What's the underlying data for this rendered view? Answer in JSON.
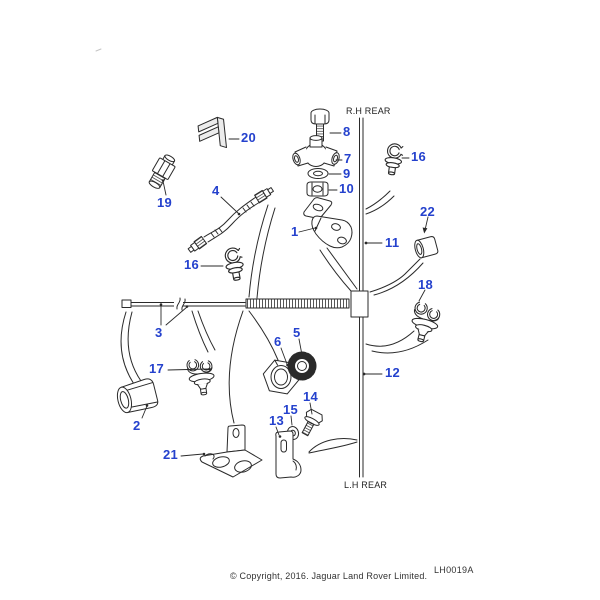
{
  "diagram": {
    "code": "LH0019A",
    "copyright": "© Copyright, 2016. Jaguar Land Rover Limited.",
    "regions": {
      "rh_rear": "R.H REAR",
      "lh_rear": "L.H REAR"
    },
    "colors": {
      "callout": "#2441cd",
      "line": "#2a2a2a",
      "background": "#ffffff"
    },
    "callouts": {
      "c1": "1",
      "c2": "2",
      "c3": "3",
      "c4": "4",
      "c5": "5",
      "c6": "6",
      "c7": "7",
      "c8": "8",
      "c9": "9",
      "c10": "10",
      "c11": "11",
      "c12": "12",
      "c13": "13",
      "c14": "14",
      "c15": "15",
      "c16_left": "16",
      "c16_right": "16",
      "c17": "17",
      "c18": "18",
      "c19": "19",
      "c20": "20",
      "c21": "21",
      "c22": "22"
    }
  }
}
